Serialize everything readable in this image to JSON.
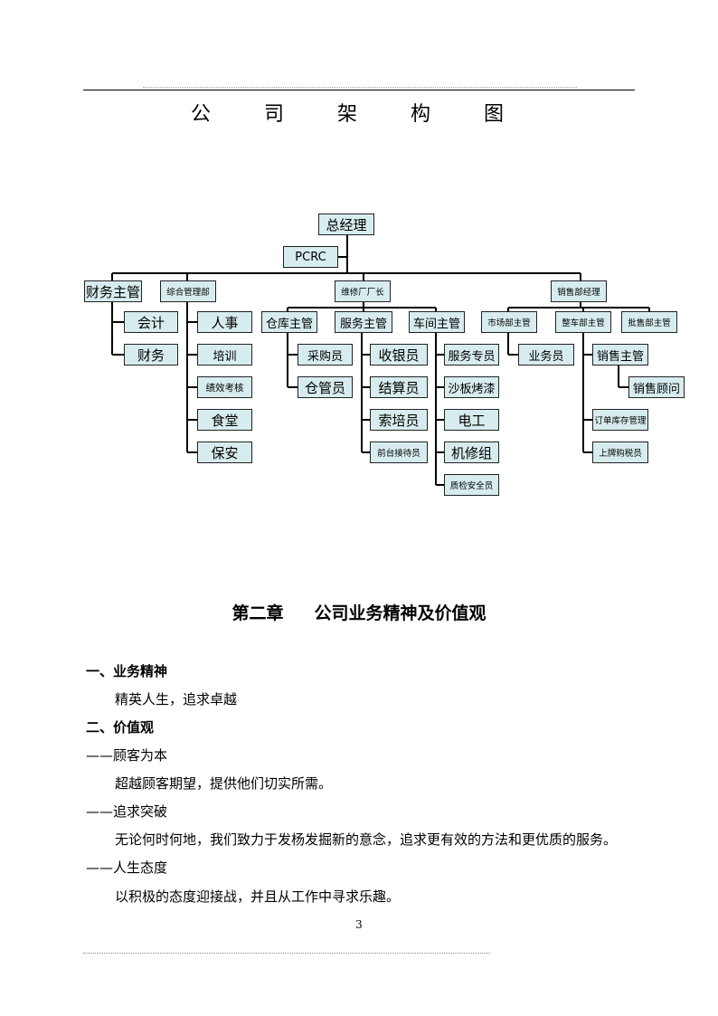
{
  "page_title": "公 司 架 构 图",
  "org": {
    "ceo": "总经理",
    "pcrc": "PCRC",
    "finance_mgr": "财务主管",
    "accountant": "会计",
    "finance": "财务",
    "admin_dept": "综合管理部",
    "hr": "人事",
    "training": "培训",
    "performance": "绩效考核",
    "canteen": "食堂",
    "security": "保安",
    "repair_director": "维修厂厂长",
    "warehouse_mgr": "仓库主管",
    "purchaser": "采购员",
    "storekeeper": "仓管员",
    "service_mgr": "服务主管",
    "cashier": "收银员",
    "settlement": "结算员",
    "claims": "索培员",
    "reception": "前台接待员",
    "workshop_mgr": "车间主管",
    "service_specialist": "服务专员",
    "panel_paint": "沙板烤漆",
    "electrician": "电工",
    "mechanic_team": "机修组",
    "qc_safety": "质检安全员",
    "sales_manager": "销售部经理",
    "market_mgr": "市场部主管",
    "salesman": "业务员",
    "vehicle_mgr": "整车部主管",
    "sales_supervisor": "销售主管",
    "sales_consultant": "销售顾问",
    "inventory_mgr": "订单库存管理",
    "plate_tax": "上牌购税员",
    "wholesale_mgr": "批售部主管"
  },
  "chapter": {
    "label": "第二章",
    "title": "公司业务精神及价值观"
  },
  "sections": {
    "s1_heading": "一、业务精神",
    "s1_text": "精英人生，追求卓越",
    "s2_heading": "二、价值观",
    "v1_heading": "——顾客为本",
    "v1_text": "超越顾客期望，提供他们切实所需。",
    "v2_heading": "——追求突破",
    "v2_text": "无论何时何地，我们致力于发杨发掘新的意念，追求更有效的方法和更优质的服务。",
    "v3_heading": "——人生态度",
    "v3_text": "以积极的态度迎接战，并且从工作中寻求乐趣。"
  },
  "page_number": "3"
}
